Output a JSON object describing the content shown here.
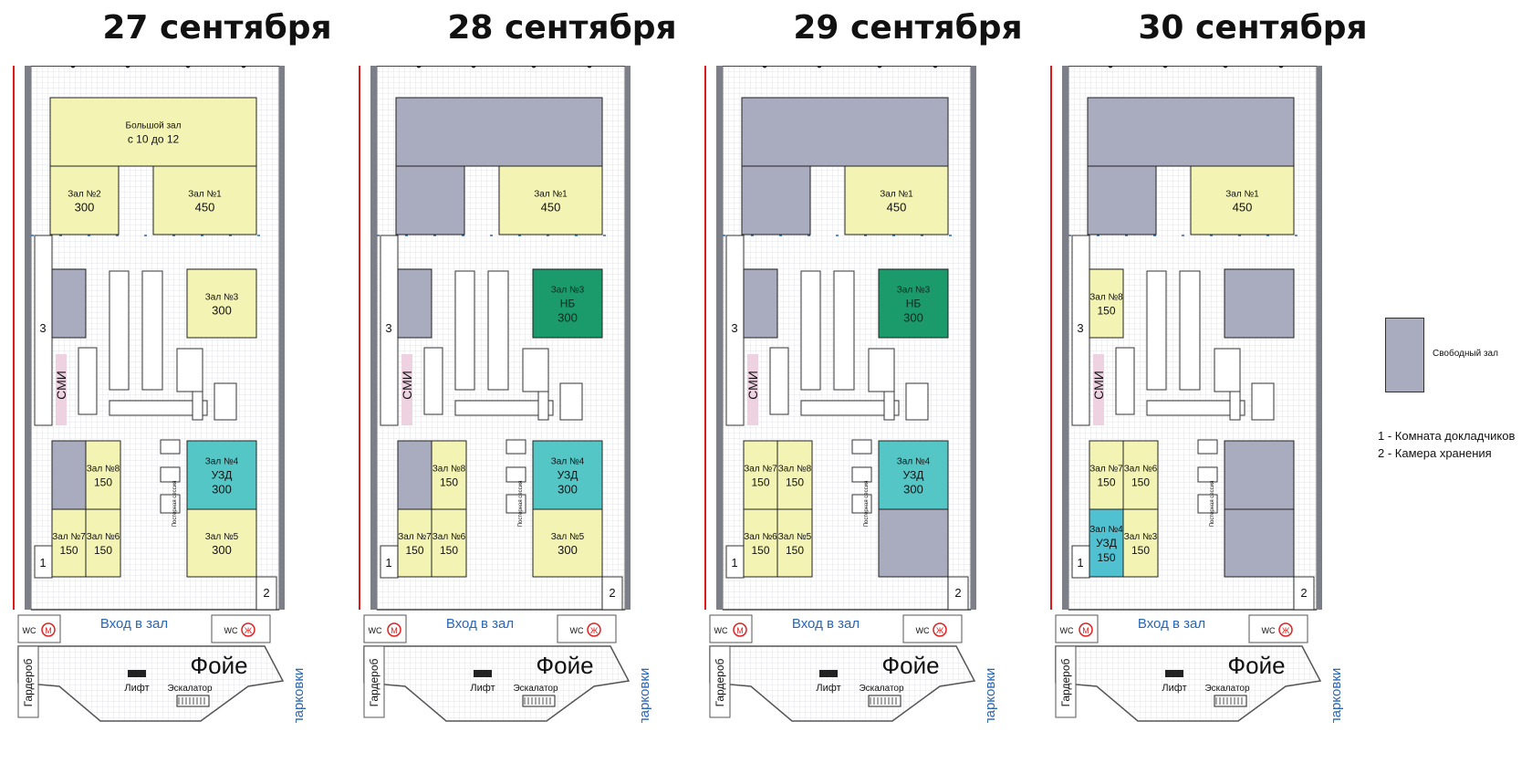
{
  "colors": {
    "yellow": "#f3f4b3",
    "grey": "#a9abbe",
    "green": "#1b9a6c",
    "teal": "#55c6c6",
    "teal_light": "#4fc1d0",
    "pink": "#efd2e2",
    "blue_text": "#2a66b3",
    "red_icon": "#e02020"
  },
  "shared_labels": {
    "big_hall": "Большой зал",
    "big_hall_time": "с 10 до 12",
    "room_3": "3",
    "room_1": "1",
    "room_2": "2",
    "media": "СМИ",
    "poster": "Постерная сессия",
    "wc": "WC",
    "male": "М",
    "female": "Ж",
    "entrance_hall": "Вход в зал",
    "entrance_parking": "Вход с парковки",
    "foyer": "Фойе",
    "cloakroom": "Гардероб",
    "lift": "Лифт",
    "escalator": "Эскалатор"
  },
  "days": [
    {
      "title": "27 сентября",
      "rooms": [
        {
          "id": "big",
          "state": "yellow",
          "lines": [
            "Большой зал",
            "с 10 до 12"
          ]
        },
        {
          "id": "h2",
          "state": "yellow",
          "lines": [
            "Зал №2",
            "300"
          ]
        },
        {
          "id": "h1",
          "state": "yellow",
          "lines": [
            "Зал №1",
            "450"
          ]
        },
        {
          "id": "h3",
          "state": "yellow",
          "lines": [
            "Зал №3",
            "300"
          ]
        },
        {
          "id": "free_a",
          "state": "grey",
          "lines": []
        },
        {
          "id": "mid_upper_left",
          "state": "grey",
          "lines": []
        },
        {
          "id": "mid_upper_right",
          "state": "yellow",
          "lines": [
            "Зал №8",
            "150"
          ]
        },
        {
          "id": "mid_lower_left",
          "state": "yellow",
          "lines": [
            "Зал №7",
            "150"
          ]
        },
        {
          "id": "mid_lower_right",
          "state": "yellow",
          "lines": [
            "Зал №6",
            "150"
          ]
        },
        {
          "id": "right_upper",
          "state": "teal",
          "lines": [
            "Зал №4",
            "УЗД",
            "300"
          ]
        },
        {
          "id": "right_lower",
          "state": "yellow",
          "lines": [
            "Зал №5",
            "300"
          ]
        }
      ]
    },
    {
      "title": "28 сентября",
      "rooms": [
        {
          "id": "big",
          "state": "grey",
          "lines": []
        },
        {
          "id": "h2",
          "state": "grey",
          "lines": []
        },
        {
          "id": "h1",
          "state": "yellow",
          "lines": [
            "Зал №1",
            "450"
          ]
        },
        {
          "id": "h3",
          "state": "green",
          "lines": [
            "Зал №3",
            "НБ",
            "300"
          ]
        },
        {
          "id": "free_a",
          "state": "grey",
          "lines": []
        },
        {
          "id": "mid_upper_left",
          "state": "grey",
          "lines": []
        },
        {
          "id": "mid_upper_right",
          "state": "yellow",
          "lines": [
            "Зал №8",
            "150"
          ]
        },
        {
          "id": "mid_lower_left",
          "state": "yellow",
          "lines": [
            "Зал №7",
            "150"
          ]
        },
        {
          "id": "mid_lower_right",
          "state": "yellow",
          "lines": [
            "Зал №6",
            "150"
          ]
        },
        {
          "id": "right_upper",
          "state": "teal",
          "lines": [
            "Зал №4",
            "УЗД",
            "300"
          ]
        },
        {
          "id": "right_lower",
          "state": "yellow",
          "lines": [
            "Зал №5",
            "300"
          ]
        }
      ]
    },
    {
      "title": "29 сентября",
      "rooms": [
        {
          "id": "big",
          "state": "grey",
          "lines": []
        },
        {
          "id": "h2",
          "state": "grey",
          "lines": []
        },
        {
          "id": "h1",
          "state": "yellow",
          "lines": [
            "Зал №1",
            "450"
          ]
        },
        {
          "id": "h3",
          "state": "green",
          "lines": [
            "Зал №3",
            "НБ",
            "300"
          ]
        },
        {
          "id": "free_a",
          "state": "grey",
          "lines": []
        },
        {
          "id": "mid_upper_left",
          "state": "yellow",
          "lines": [
            "Зал №7",
            "150"
          ]
        },
        {
          "id": "mid_upper_right",
          "state": "yellow",
          "lines": [
            "Зал №8",
            "150"
          ]
        },
        {
          "id": "mid_lower_left",
          "state": "yellow",
          "lines": [
            "Зал №6",
            "150"
          ]
        },
        {
          "id": "mid_lower_right",
          "state": "yellow",
          "lines": [
            "Зал №5",
            "150"
          ]
        },
        {
          "id": "right_upper",
          "state": "teal",
          "lines": [
            "Зал №4",
            "УЗД",
            "300"
          ]
        },
        {
          "id": "right_lower",
          "state": "grey",
          "lines": []
        }
      ]
    },
    {
      "title": "30 сентября",
      "rooms": [
        {
          "id": "big",
          "state": "grey",
          "lines": []
        },
        {
          "id": "h2",
          "state": "grey",
          "lines": []
        },
        {
          "id": "h1",
          "state": "yellow",
          "lines": [
            "Зал №1",
            "450"
          ]
        },
        {
          "id": "h3",
          "state": "grey",
          "lines": []
        },
        {
          "id": "free_a",
          "state": "yellow",
          "lines": [
            "Зал №8",
            "150"
          ]
        },
        {
          "id": "mid_upper_left",
          "state": "yellow",
          "lines": [
            "Зал №7",
            "150"
          ]
        },
        {
          "id": "mid_upper_right",
          "state": "yellow",
          "lines": [
            "Зал №6",
            "150"
          ]
        },
        {
          "id": "mid_lower_left",
          "state": "teal_light",
          "lines": [
            "Зал №4",
            "УЗД",
            "150"
          ]
        },
        {
          "id": "mid_lower_right",
          "state": "yellow",
          "lines": [
            "Зал №3",
            "150"
          ]
        },
        {
          "id": "right_upper",
          "state": "grey",
          "lines": []
        },
        {
          "id": "right_lower",
          "state": "grey",
          "lines": []
        }
      ]
    }
  ],
  "legend": {
    "free_hall": "Свободный зал",
    "note_1": "1 - Комната докладчиков",
    "note_2": "2 - Камера хранения"
  }
}
